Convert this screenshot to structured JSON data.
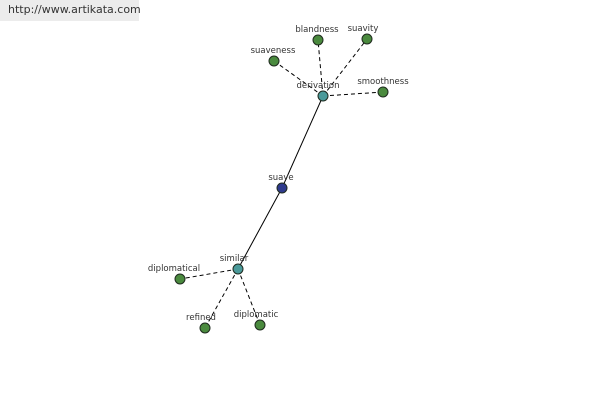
{
  "watermark": {
    "url": "http://www.artikata.com"
  },
  "colors": {
    "central_node": "#2e3a8c",
    "hub_node": "#4a9a9a",
    "leaf_node": "#4a8a3e",
    "banner_bg": "#ececec"
  },
  "graph": {
    "nodes": [
      {
        "id": "suave",
        "label": "suave",
        "kind": "central"
      },
      {
        "id": "derivation",
        "label": "derivation",
        "kind": "hub"
      },
      {
        "id": "similar",
        "label": "similar",
        "kind": "hub"
      },
      {
        "id": "blandness",
        "label": "blandness",
        "kind": "leaf"
      },
      {
        "id": "suavity",
        "label": "suavity",
        "kind": "leaf"
      },
      {
        "id": "suaveness",
        "label": "suaveness",
        "kind": "leaf"
      },
      {
        "id": "smoothness",
        "label": "smoothness",
        "kind": "leaf"
      },
      {
        "id": "diplomatical",
        "label": "diplomatical",
        "kind": "leaf"
      },
      {
        "id": "refined",
        "label": "refined",
        "kind": "leaf"
      },
      {
        "id": "diplomatic",
        "label": "diplomatic",
        "kind": "leaf"
      }
    ],
    "edges": [
      {
        "from": "suave",
        "to": "derivation",
        "style": "solid"
      },
      {
        "from": "suave",
        "to": "similar",
        "style": "solid"
      },
      {
        "from": "derivation",
        "to": "blandness",
        "style": "dashed"
      },
      {
        "from": "derivation",
        "to": "suavity",
        "style": "dashed"
      },
      {
        "from": "derivation",
        "to": "suaveness",
        "style": "dashed"
      },
      {
        "from": "derivation",
        "to": "smoothness",
        "style": "dashed"
      },
      {
        "from": "similar",
        "to": "diplomatical",
        "style": "dashed"
      },
      {
        "from": "similar",
        "to": "refined",
        "style": "dashed"
      },
      {
        "from": "similar",
        "to": "diplomatic",
        "style": "dashed"
      }
    ]
  }
}
